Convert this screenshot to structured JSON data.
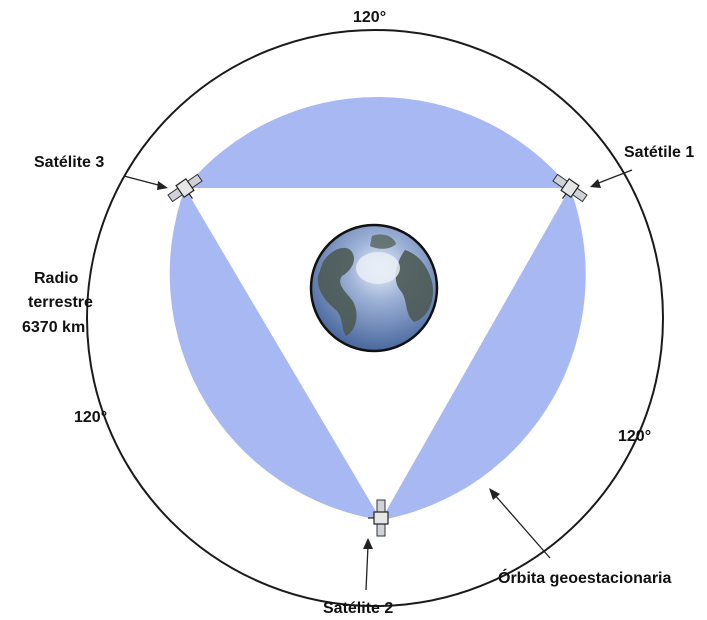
{
  "labels": {
    "angle_top": "120°",
    "angle_left": "120°",
    "angle_right": "120°",
    "satellite_1": "Satétile 1",
    "satellite_2": "Satélite 2",
    "satellite_3": "Satélite 3",
    "radius_line1": "Radio",
    "radius_line2": "terrestre",
    "radius_line3": "6370 km",
    "orbit": "Órbita geoestacionaria"
  },
  "colors": {
    "coverage": "#a8b8f2",
    "orbit_stroke": "#1a1a1a",
    "ocean": "#6f8fc4",
    "land": "#4d5a55",
    "ice": "#dfe6f2"
  }
}
